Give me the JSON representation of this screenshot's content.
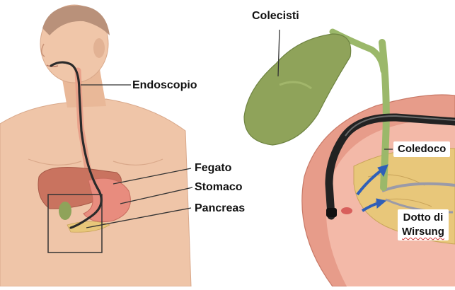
{
  "labels": {
    "colecisti": "Colecisti",
    "endoscopio": "Endoscopio",
    "fegato": "Fegato",
    "stomaco": "Stomaco",
    "pancreas": "Pancreas",
    "coledoco": "Coledoco",
    "dotto_line1": "Dotto di",
    "dotto_line2": "Wirsung"
  },
  "colors": {
    "skin": "#efc5a8",
    "liver": "#c9735f",
    "stomach": "#e88c7e",
    "gallbladder": "#8fa35a",
    "pancreas": "#e8c77a",
    "duct_arrow": "#2f5fb8",
    "scope": "#2a2a2a"
  }
}
